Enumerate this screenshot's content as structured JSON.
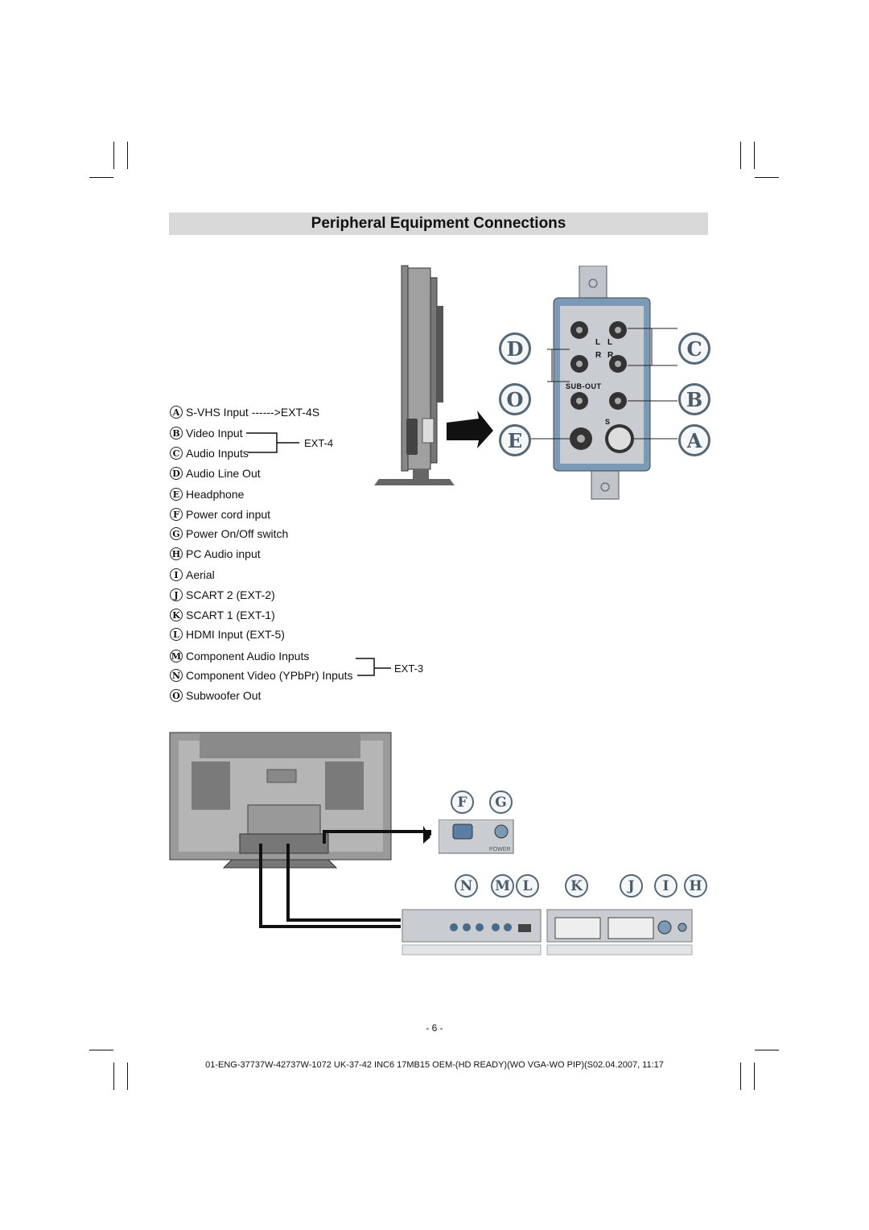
{
  "title": "Peripheral Equipment Connections",
  "items": [
    {
      "badge": "A",
      "text": "S-VHS Input ------>EXT-4S"
    },
    {
      "badge": "B",
      "text": "Video Input"
    },
    {
      "badge": "C",
      "text": "Audio Inputs"
    },
    {
      "badge": "D",
      "text": "Audio Line Out"
    },
    {
      "badge": "E",
      "text": "Headphone"
    },
    {
      "badge": "F",
      "text": "Power cord input"
    },
    {
      "badge": "G",
      "text": "Power On/Off switch"
    },
    {
      "badge": "H",
      "text": "PC Audio input"
    },
    {
      "badge": "I",
      "text": "Aerial"
    },
    {
      "badge": "J",
      "text": "SCART 2 (EXT-2)"
    },
    {
      "badge": "K",
      "text": "SCART 1 (EXT-1)"
    },
    {
      "badge": "L",
      "text": "HDMI Input (EXT-5)"
    },
    {
      "badge": "M",
      "text": "Component Audio Inputs"
    },
    {
      "badge": "N",
      "text": "Component Video (YPbPr) Inputs"
    },
    {
      "badge": "O",
      "text": "Subwoofer Out"
    }
  ],
  "groups": {
    "ext4": "EXT-4",
    "ext3": "EXT-3"
  },
  "side_panel": {
    "letters": [
      "D",
      "C",
      "O",
      "B",
      "E",
      "A"
    ],
    "labels": {
      "l": "L",
      "r": "R",
      "sub_out": "SUB-OUT",
      "s": "S"
    }
  },
  "bottom_panel": {
    "letters_top": [
      "F",
      "G"
    ],
    "letters_row": [
      "N",
      "M",
      "L",
      "K",
      "J",
      "I",
      "H"
    ],
    "power_label": "POWER"
  },
  "page_number": "- 6 -",
  "footer": "01-ENG-37737W-42737W-1072 UK-37-42 INC6 17MB15 OEM-(HD READY)(WO VGA-WO PIP)(S02.04.2007, 11:17"
}
